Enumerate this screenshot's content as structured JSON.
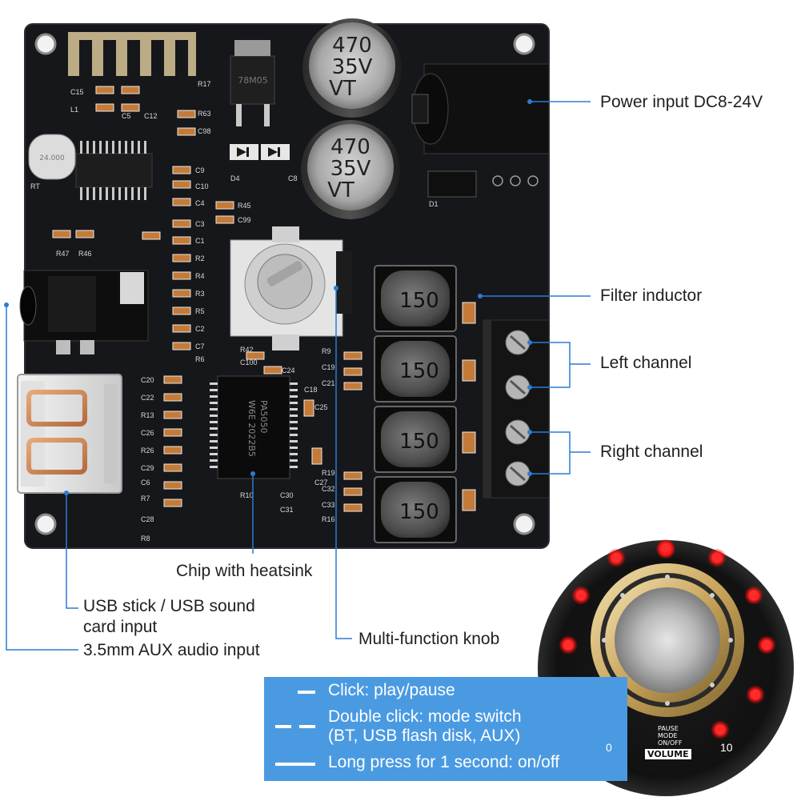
{
  "board": {
    "capacitors": [
      {
        "value": "470",
        "voltage": "35V",
        "series": "VT"
      },
      {
        "value": "470",
        "voltage": "35V",
        "series": "VT"
      }
    ],
    "inductors": [
      "150",
      "150",
      "150",
      "150"
    ],
    "chip_markings": [
      "PA5050",
      "W6E 2022B5"
    ],
    "regulator_marking": "78M05",
    "crystal_marking": "24.000",
    "silkscreen": [
      "C15",
      "L1",
      "C5",
      "R17",
      "C12",
      "R63",
      "C98",
      "C9",
      "C10",
      "C4",
      "C3",
      "C1",
      "R2",
      "R4",
      "R3",
      "R5",
      "C2",
      "C7",
      "R6",
      "R45",
      "C99",
      "R42",
      "C100",
      "C24",
      "R47",
      "R46",
      "C20",
      "C22",
      "R13",
      "C26",
      "R26",
      "C29",
      "C6",
      "R7",
      "C28",
      "R8",
      "C18",
      "C25",
      "C27",
      "R9",
      "C19",
      "C21",
      "R19",
      "C32",
      "C33",
      "R16",
      "R10",
      "C30",
      "C31",
      "D4",
      "C8",
      "D1",
      "RT"
    ]
  },
  "callouts": {
    "power": "Power input DC8-24V",
    "filter": "Filter inductor",
    "left": "Left channel",
    "right": "Right channel",
    "chip": "Chip with heatsink",
    "usb_line1": "USB stick / USB sound",
    "usb_line2": "card input",
    "aux": "3.5mm AUX audio input",
    "knob": "Multi-function knob"
  },
  "knob_panel": {
    "pause": "PAUSE",
    "mode": "MODE",
    "onoff": "ON/OFF",
    "volume": "VOLUME",
    "min": "0",
    "max": "10"
  },
  "legend": {
    "click": "Click: play/pause",
    "double_line1": "Double click: mode switch",
    "double_line2": "(BT, USB flash disk, AUX)",
    "long": "Long press for 1 second: on/off"
  },
  "colors": {
    "pcb": "#15171a",
    "pcb_edge": "#202327",
    "callout_line": "#2b7cd3",
    "legend_bg": "#4a9ae2",
    "led_red": "#ff3b3b"
  }
}
